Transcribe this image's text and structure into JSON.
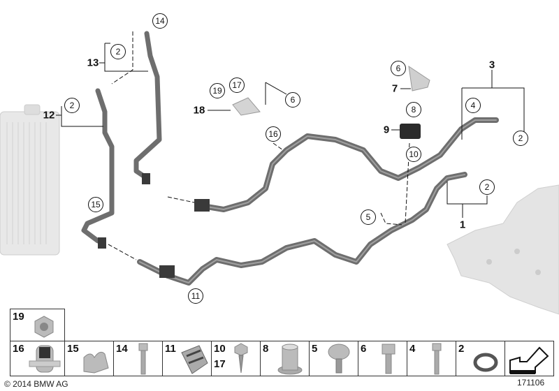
{
  "callouts": [
    "14",
    "2",
    "2",
    "15",
    "19",
    "17",
    "6",
    "16",
    "11",
    "6",
    "8",
    "10",
    "4",
    "2",
    "2",
    "5"
  ],
  "labels": [
    "13",
    "12",
    "18",
    "7",
    "9",
    "3",
    "1"
  ],
  "parts_strip": [
    {
      "num": "19"
    },
    {
      "num": "16"
    },
    {
      "num": "15"
    },
    {
      "num": "14"
    },
    {
      "num": "11"
    },
    {
      "num": "10",
      "num2": "17"
    },
    {
      "num": "8"
    },
    {
      "num": "5"
    },
    {
      "num": "6"
    },
    {
      "num": "4"
    },
    {
      "num": "2"
    }
  ],
  "footer": {
    "copyright": "© 2014 BMW AG",
    "diagram_id": "171106"
  },
  "colors": {
    "pipe": "#6e6e6e",
    "pipe_highlight": "#a8a8a8",
    "radiator": "#e6e6e6",
    "engine": "#e2e2e2"
  }
}
